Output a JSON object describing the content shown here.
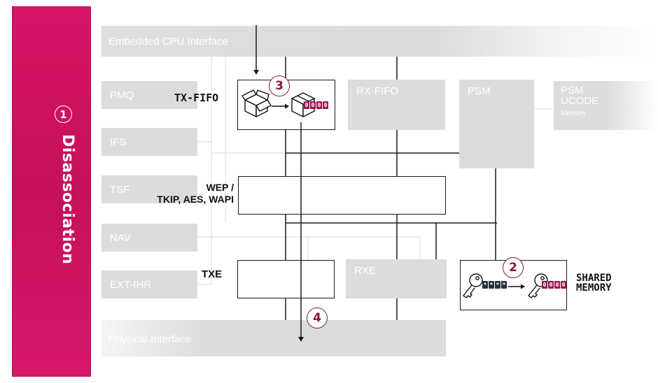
{
  "sidebar": {
    "step_number": "1",
    "title": "Disassociation",
    "color": "#d01462"
  },
  "bands": {
    "cpu_interface": "Embedded CPU Interface",
    "physical_interface": "Physical Interface"
  },
  "left_blocks": [
    "PMQ",
    "IFS",
    "TSF",
    "NAV",
    "EXT-IHR"
  ],
  "blocks": {
    "rx_fifo": "RX-FIFO",
    "psm": "PSM",
    "psm_ucode": {
      "line1": "PSM",
      "line2": "UCODE",
      "line3": "Memory"
    },
    "rxe": "RXE"
  },
  "highlighted": {
    "tx_fifo": {
      "label": "TX-FIFO",
      "step": "3",
      "counter": [
        "0",
        "0",
        "0",
        "0"
      ]
    },
    "crypto": {
      "label_line1": "WEP /",
      "label_line2": "TKIP, AES, WAPI"
    },
    "txe": {
      "label": "TXE",
      "step": "4"
    },
    "shared_memory": {
      "label_line1": "SHARED",
      "label_line2": "MEMORY",
      "step": "2",
      "old_counter": [
        "*",
        "*",
        "*",
        "*"
      ],
      "new_counter": [
        "0",
        "0",
        "0",
        "0"
      ]
    }
  },
  "colors": {
    "accent": "#9e1550",
    "block_gray": "#dcdcde",
    "line": "#1a1a1a"
  }
}
